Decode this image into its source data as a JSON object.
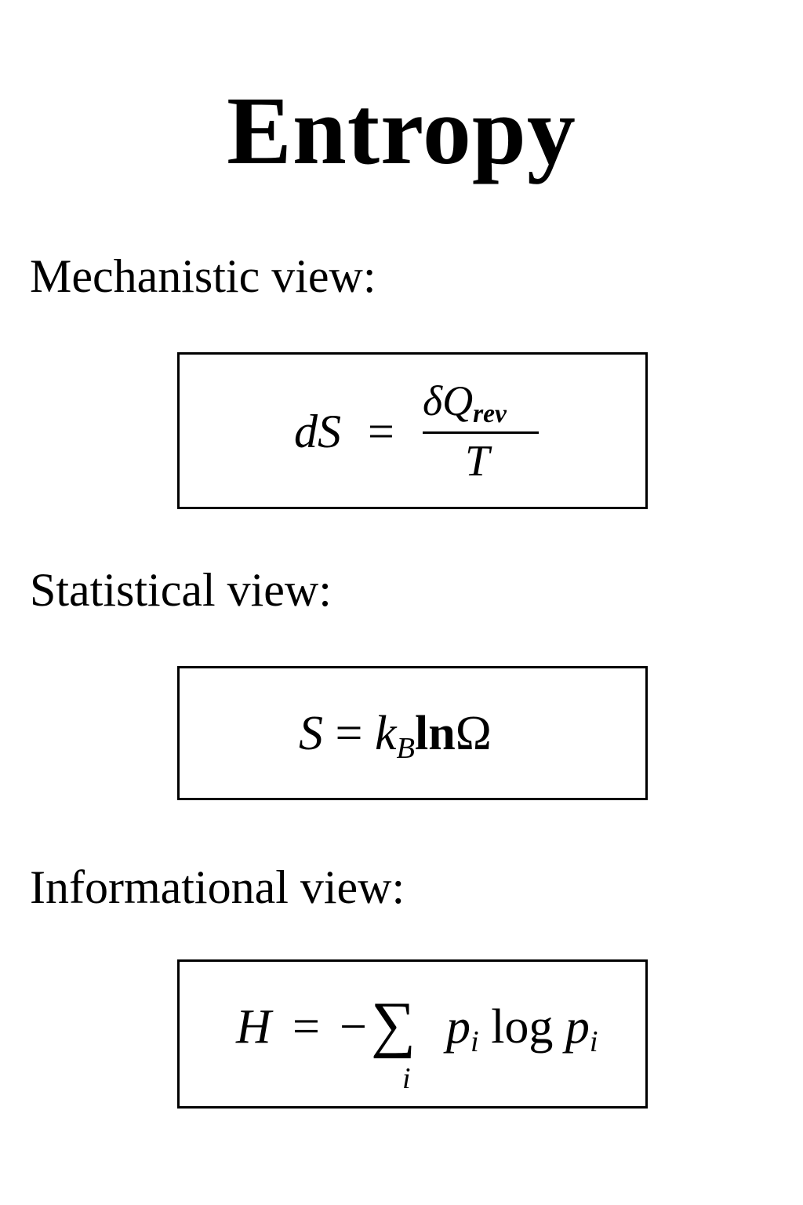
{
  "page": {
    "title": "Entropy"
  },
  "sections": [
    {
      "label": "Mechanistic view:",
      "formula": {
        "lhs": "dS",
        "eq": "=",
        "numerator_delta": "δ",
        "numerator_var": "Q",
        "numerator_sub": "rev",
        "denominator": "T"
      }
    },
    {
      "label": "Statistical view:",
      "formula": {
        "lhs": "S",
        "eq": "=",
        "k": "k",
        "k_sub": "B",
        "ln": "ln",
        "omega": "Ω"
      }
    },
    {
      "label": "Informational view:",
      "formula": {
        "lhs": "H",
        "eq": "=",
        "minus": "−",
        "sum": "∑",
        "sum_index": "i",
        "p1": "p",
        "p1_sub": "i",
        "log": "log",
        "p2": "p",
        "p2_sub": "i"
      }
    }
  ]
}
